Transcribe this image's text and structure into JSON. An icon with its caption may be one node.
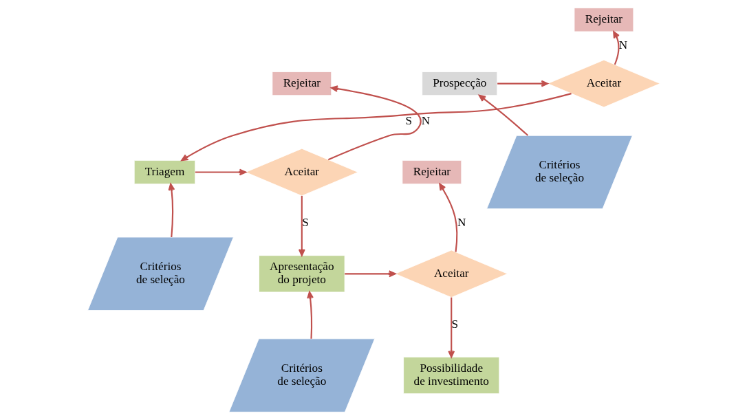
{
  "diagram": {
    "nodes": [
      {
        "text": [
          "Rejeitar"
        ]
      },
      {
        "text": [
          "Prospecção"
        ]
      },
      {
        "text": [
          "Aceitar"
        ]
      },
      {
        "text": [
          "Critérios de seleção"
        ]
      },
      {
        "text": [
          "Triagem"
        ]
      },
      {
        "text": [
          "Rejeitar"
        ]
      },
      {
        "text": [
          "Aceitar"
        ]
      },
      {
        "text": [
          "Critérios de seleção"
        ]
      },
      {
        "text": [
          "Apresentação do projeto"
        ]
      },
      {
        "text": [
          "Rejeitar"
        ]
      },
      {
        "text": [
          "Aceitar"
        ]
      },
      {
        "text": [
          "Critérios de seleção"
        ]
      },
      {
        "text": [
          "Possibilidade de investimento"
        ]
      }
    ],
    "edges": [
      {
        "from": 3,
        "to": 1,
        "arrow": "to"
      },
      {
        "from": 1,
        "to": 2,
        "arrow": "to"
      },
      {
        "from": 2,
        "to": 0,
        "arrow": "to",
        "label": "N"
      },
      {
        "from": 2,
        "to": 4,
        "arrow": "to",
        "label": "S"
      },
      {
        "from": 7,
        "to": 4,
        "arrow": "to"
      },
      {
        "from": 4,
        "to": 6,
        "arrow": "to"
      },
      {
        "from": 6,
        "to": 5,
        "arrow": "to",
        "label": "N"
      },
      {
        "from": 6,
        "to": 8,
        "arrow": "to",
        "label": "S"
      },
      {
        "from": 11,
        "to": 8,
        "arrow": "to"
      },
      {
        "from": 8,
        "to": 10,
        "arrow": "to"
      },
      {
        "from": 10,
        "to": 9,
        "arrow": "to",
        "label": "N"
      },
      {
        "from": 10,
        "to": 12,
        "arrow": "to",
        "label": "S"
      }
    ]
  }
}
